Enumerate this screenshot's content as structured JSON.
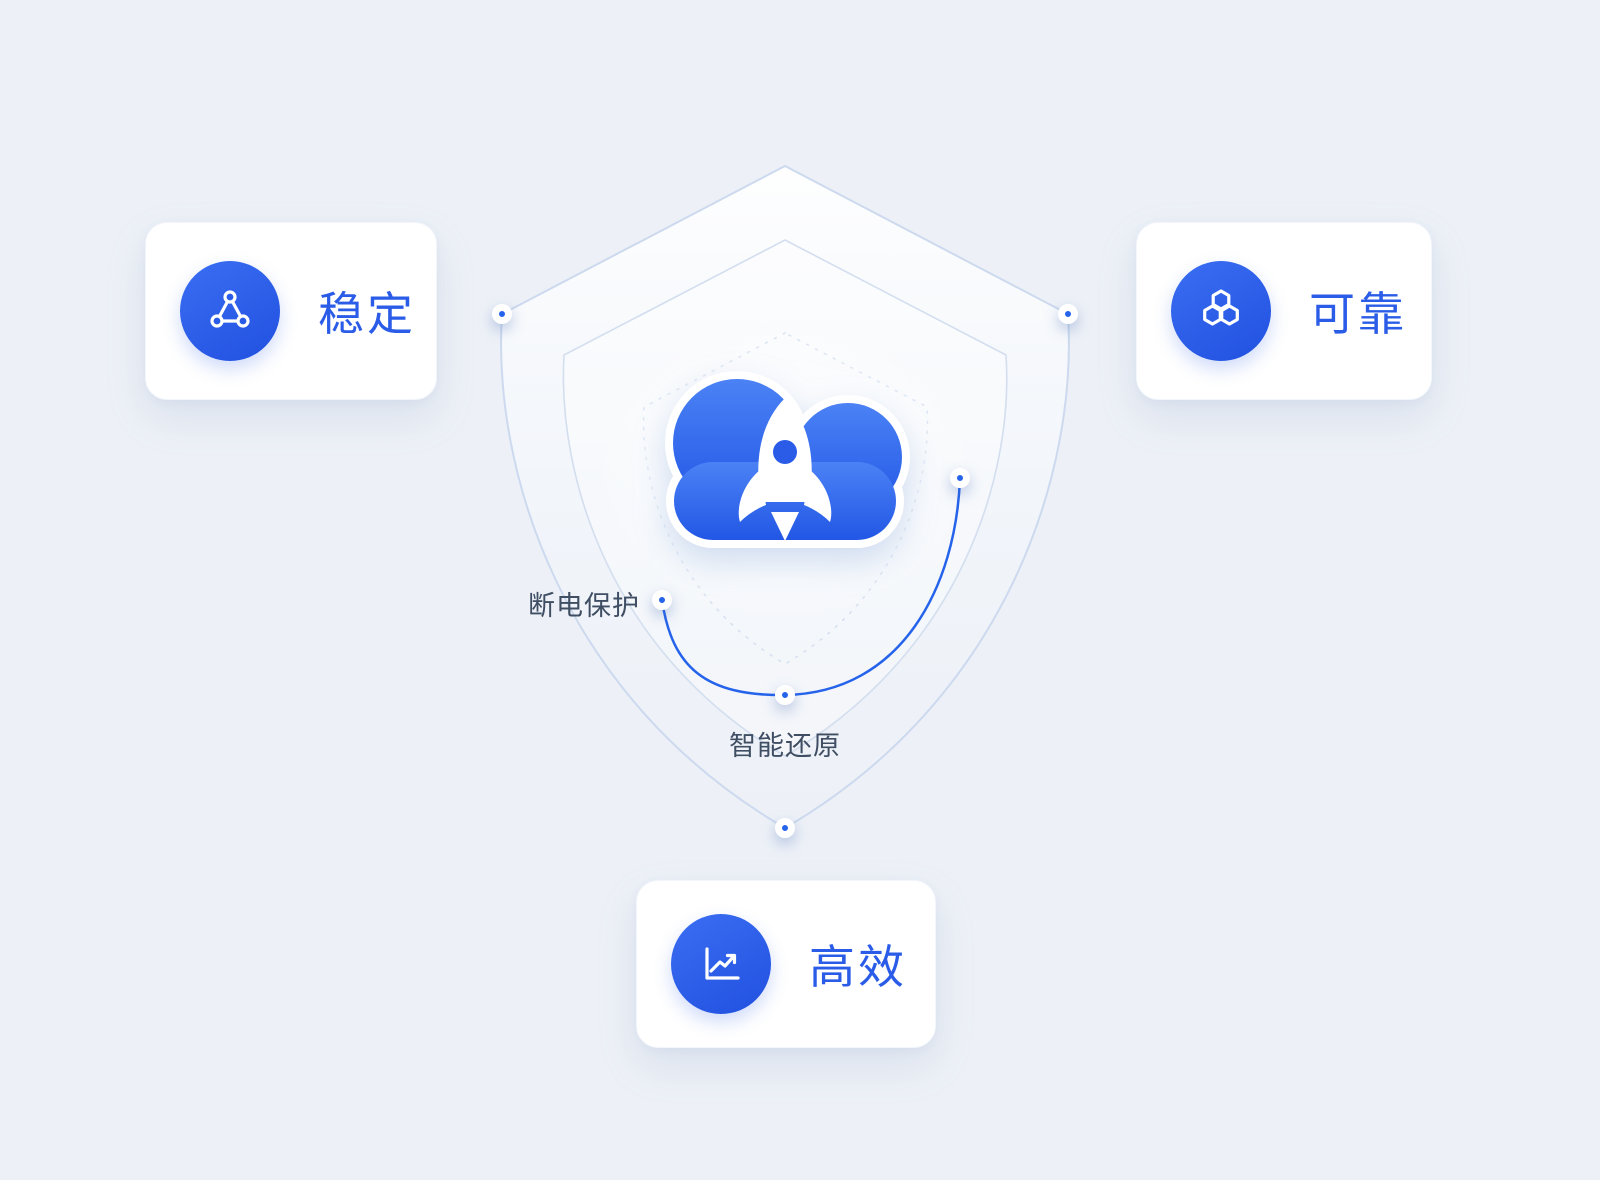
{
  "page": {
    "background": "#edf1f7",
    "accent": "#2a5ce8"
  },
  "cards": {
    "stable": {
      "label": "稳定",
      "icon": "network-triangle-icon"
    },
    "reliable": {
      "label": "可靠",
      "icon": "hexagon-cluster-icon"
    },
    "efficient": {
      "label": "高效",
      "icon": "trend-chart-icon"
    }
  },
  "callouts": {
    "power_protection": {
      "label": "断电保护"
    },
    "smart_restore": {
      "label": "智能还原"
    }
  },
  "center": {
    "icon": "cloud-rocket-icon"
  }
}
